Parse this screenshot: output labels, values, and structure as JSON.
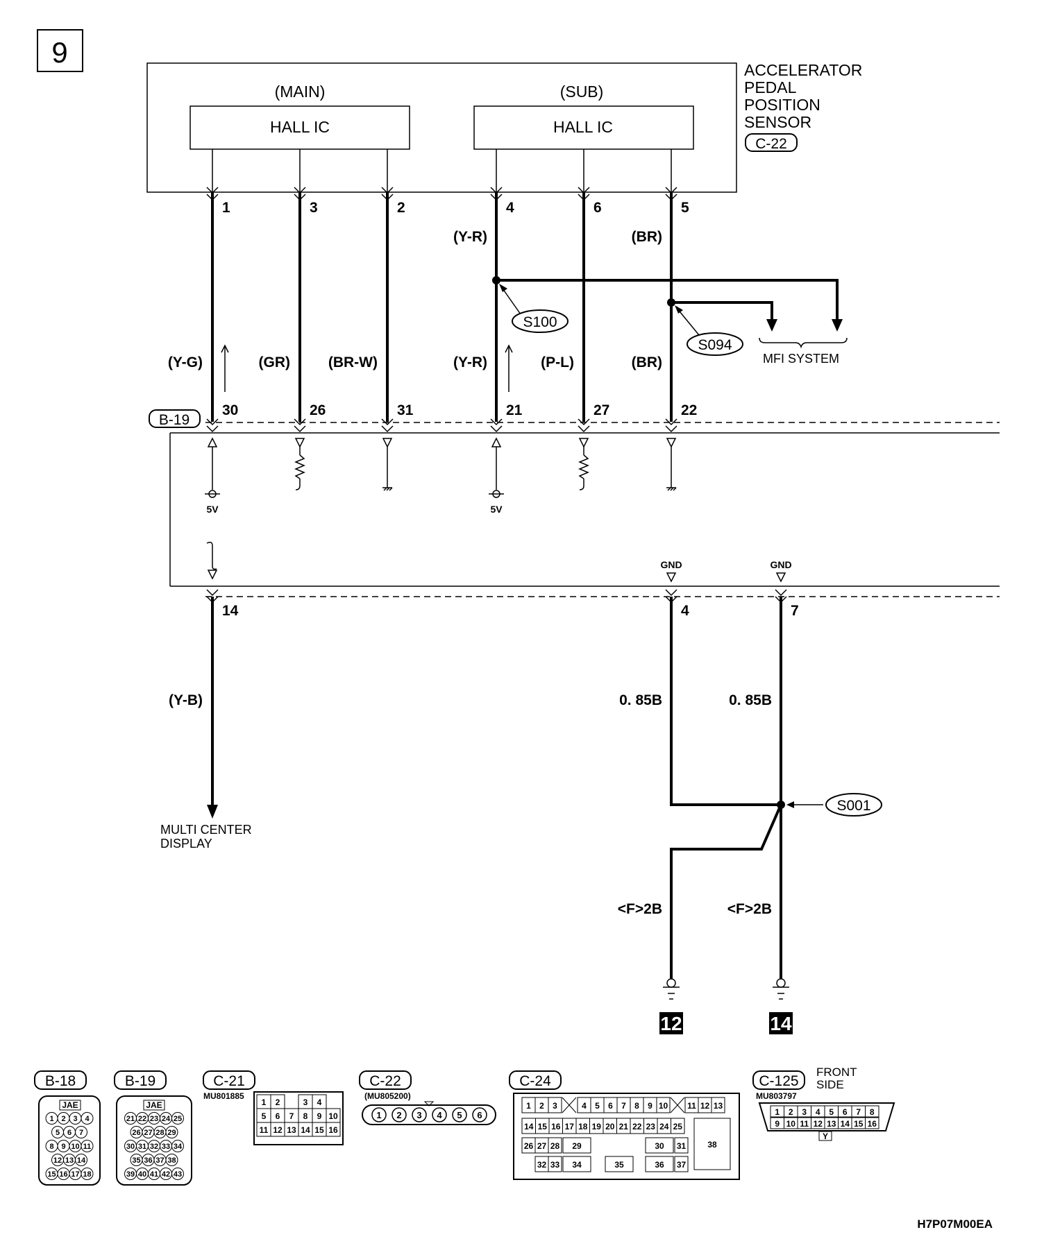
{
  "page_number": "9",
  "drawing_code": "H7P07M00EA",
  "sensor": {
    "name_lines": [
      "ACCELERATOR",
      "PEDAL",
      "POSITION",
      "SENSOR"
    ],
    "connector": "C-22",
    "main_label": "(MAIN)",
    "sub_label": "(SUB)",
    "ic_main": "HALL IC",
    "ic_sub": "HALL IC"
  },
  "sensor_pins": [
    "1",
    "3",
    "2",
    "4",
    "6",
    "5"
  ],
  "upper_wire_colors": {
    "sub_signal": "(Y-R)",
    "sub_ground": "(BR)"
  },
  "splices": {
    "s100": "S100",
    "s094": "S094",
    "s001": "S001"
  },
  "mfi_label": "MFI SYSTEM",
  "wire_colors": [
    "(Y-G)",
    "(GR)",
    "(BR-W)",
    "(Y-R)",
    "(P-L)",
    "(BR)"
  ],
  "ecu": {
    "connector": "B-19",
    "pins_top": [
      "30",
      "26",
      "31",
      "21",
      "27",
      "22"
    ],
    "voltage_label": "5V",
    "gnd_label": "GND",
    "pins_bottom": [
      "14",
      "4",
      "7"
    ]
  },
  "lower_wires": {
    "display_wire": "(Y-B)",
    "gnd_wire_1": "0. 85B",
    "gnd_wire_2": "0. 85B",
    "display_label_lines": [
      "MULTI CENTER",
      "DISPLAY"
    ],
    "ground_wire_1": "<F>2B",
    "ground_wire_2": "<F>2B",
    "ground_point_1": "12",
    "ground_point_2": "14"
  },
  "connector_views": {
    "b18": {
      "name": "B-18",
      "maker": "JAE",
      "rows": [
        [
          "1",
          "2",
          "3",
          "4"
        ],
        [
          "5",
          "6",
          "7"
        ],
        [
          "8",
          "9",
          "10",
          "11"
        ],
        [
          "12",
          "13",
          "14"
        ],
        [
          "15",
          "16",
          "17",
          "18"
        ]
      ]
    },
    "b19": {
      "name": "B-19",
      "maker": "JAE",
      "rows": [
        [
          "21",
          "22",
          "23",
          "24",
          "25"
        ],
        [
          "26",
          "27",
          "28",
          "29"
        ],
        [
          "30",
          "31",
          "32",
          "33",
          "34"
        ],
        [
          "35",
          "36",
          "37",
          "38"
        ],
        [
          "39",
          "40",
          "41",
          "42",
          "43"
        ]
      ]
    },
    "c21": {
      "name": "C-21",
      "part": "MU801885",
      "rows": [
        [
          "1",
          "2",
          "",
          "3",
          "4"
        ],
        [
          "5",
          "6",
          "7",
          "8",
          "9",
          "10"
        ],
        [
          "11",
          "12",
          "13",
          "14",
          "15",
          "16"
        ]
      ]
    },
    "c22": {
      "name": "C-22",
      "part": "(MU805200)",
      "pins": [
        "1",
        "2",
        "3",
        "4",
        "5",
        "6"
      ]
    },
    "c24": {
      "name": "C-24",
      "row1": [
        "1",
        "2",
        "3",
        "4",
        "5",
        "6",
        "7",
        "8",
        "9",
        "10",
        "11",
        "12",
        "13"
      ],
      "row2": [
        "14",
        "15",
        "16",
        "17",
        "18",
        "19",
        "20",
        "21",
        "22",
        "23",
        "24",
        "25"
      ],
      "row3": [
        "26",
        "27",
        "28",
        "29",
        "30",
        "31",
        "38"
      ],
      "row4": [
        "32",
        "33",
        "34",
        "35",
        "36",
        "37"
      ]
    },
    "c125": {
      "name": "C-125",
      "part": "MU803797",
      "side_lines": [
        "FRONT",
        "SIDE"
      ],
      "row1": [
        "1",
        "2",
        "3",
        "4",
        "5",
        "6",
        "7",
        "8"
      ],
      "row2": [
        "9",
        "10",
        "11",
        "12",
        "13",
        "14",
        "15",
        "16"
      ],
      "key": "Y"
    }
  }
}
